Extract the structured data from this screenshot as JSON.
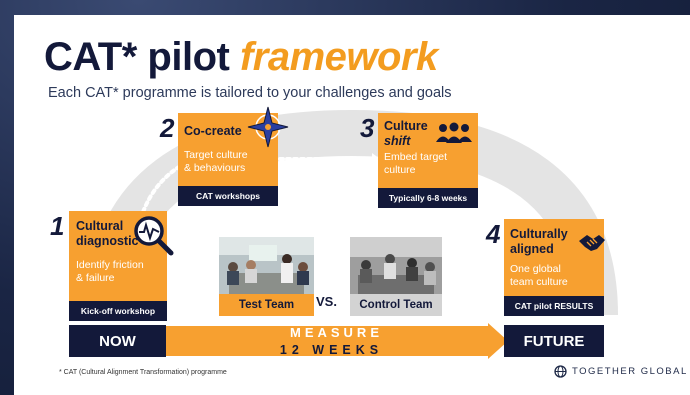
{
  "title": {
    "main": "CAT* pilot",
    "highlight": "framework"
  },
  "subtitle": "Each CAT* programme is tailored to your challenges and goals",
  "steps": [
    {
      "number": "1",
      "title_line1": "Cultural",
      "title_line2": "diagnostic",
      "desc_line1": "Identify friction",
      "desc_line2": "& failure",
      "footer": "Kick-off workshop",
      "icon": "magnifier-pulse-icon"
    },
    {
      "number": "2",
      "title_line1": "Co-create",
      "title_line2": "",
      "desc_line1": "Target culture",
      "desc_line2": "& behaviours",
      "footer": "CAT workshops",
      "icon": "star-compass-icon"
    },
    {
      "number": "3",
      "title_line1": "Culture",
      "title_line2": "shift",
      "desc_line1": "Embed target",
      "desc_line2": "culture",
      "footer": "Typically 6-8 weeks",
      "icon": "team-icon"
    },
    {
      "number": "4",
      "title_line1": "Culturally",
      "title_line2": "aligned",
      "desc_line1": "One global",
      "desc_line2": "team culture",
      "footer": "CAT pilot RESULTS",
      "icon": "handshake-icon"
    }
  ],
  "teams": {
    "test": "Test Team",
    "vs": "VS.",
    "control": "Control Team"
  },
  "timeline": {
    "start": "NOW",
    "end": "FUTURE",
    "measure": "MEASURE",
    "weeks": "12 WEEKS"
  },
  "footnote": "* CAT (Cultural Alignment Transformation) programme",
  "brand": "TOGETHER GLOBAL",
  "colors": {
    "orange": "#f7a030",
    "navy": "#13193a",
    "arc": "#e4e4e4",
    "title_accent": "#f39c1f"
  }
}
